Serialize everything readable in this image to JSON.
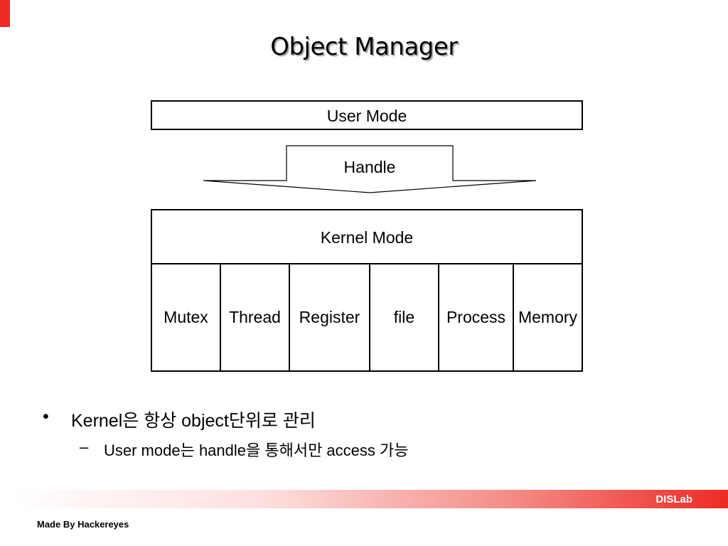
{
  "slide": {
    "title": "Object Manager",
    "accent_color": "#ee2a24"
  },
  "diagram": {
    "user_mode": "User Mode",
    "handle": "Handle",
    "kernel_mode": "Kernel Mode",
    "objects": [
      "Mutex",
      "Thread",
      "Register",
      "file",
      "Process",
      "Memory"
    ]
  },
  "bullets": {
    "level1_marker": "•",
    "level1_text": "Kernel은 항상 object단위로 관리",
    "level2_marker": "–",
    "level2_text": "User mode는 handle을 통해서만 access 가능"
  },
  "footer": {
    "brand": "DISLab",
    "credit": "Made By Hackereyes"
  }
}
